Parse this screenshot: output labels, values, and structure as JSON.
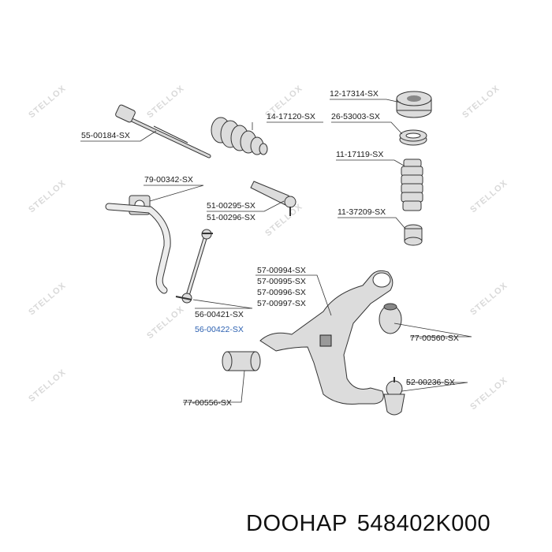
{
  "watermark": "STELLOX",
  "parts": [
    {
      "id": "12-17314-SX",
      "highlight": false
    },
    {
      "id": "14-17120-SX",
      "highlight": false
    },
    {
      "id": "26-53003-SX",
      "highlight": false
    },
    {
      "id": "55-00184-SX",
      "highlight": false
    },
    {
      "id": "11-17119-SX",
      "highlight": false
    },
    {
      "id": "79-00342-SX",
      "highlight": false
    },
    {
      "id": "51-00295-SX",
      "highlight": false
    },
    {
      "id": "51-00296-SX",
      "highlight": false
    },
    {
      "id": "11-37209-SX",
      "highlight": false
    },
    {
      "id": "57-00994-SX",
      "highlight": false
    },
    {
      "id": "57-00995-SX",
      "highlight": false
    },
    {
      "id": "57-00996-SX",
      "highlight": false
    },
    {
      "id": "57-00997-SX",
      "highlight": false
    },
    {
      "id": "56-00421-SX",
      "highlight": false
    },
    {
      "id": "56-00422-SX",
      "highlight": true
    },
    {
      "id": "77-00560-SX",
      "highlight": false
    },
    {
      "id": "52-00236-SX",
      "highlight": false
    },
    {
      "id": "77-00556-SX",
      "highlight": false
    }
  ],
  "footer": {
    "brand": "DOOHAP",
    "part_number": "548402K000"
  },
  "colors": {
    "highlight": "#2a5fb0",
    "part_fill": "#dcdcdc",
    "watermark": "#d9d9d9"
  }
}
